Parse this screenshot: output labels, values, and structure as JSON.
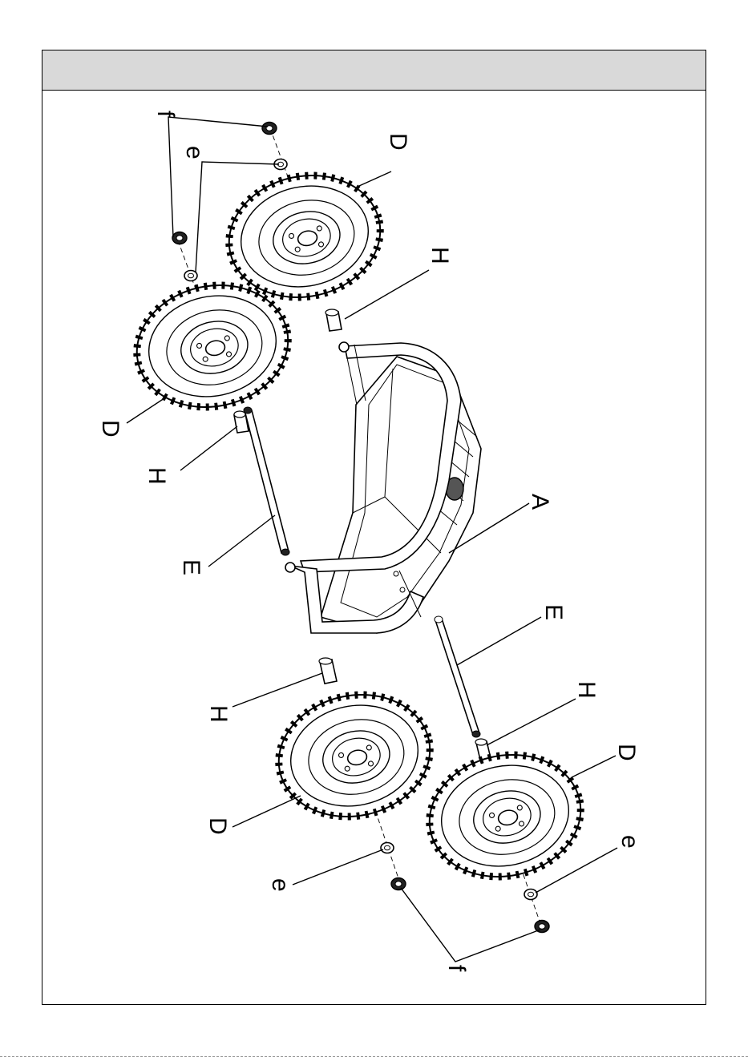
{
  "header": {
    "title": ""
  },
  "labels": {
    "wheel": "D",
    "washer": "e",
    "nut": "f",
    "bushing": "H",
    "axle": "E",
    "body": "A"
  },
  "colors": {
    "line": "#000000",
    "header_bg": "#d9d9d9",
    "paper": "#ffffff"
  }
}
